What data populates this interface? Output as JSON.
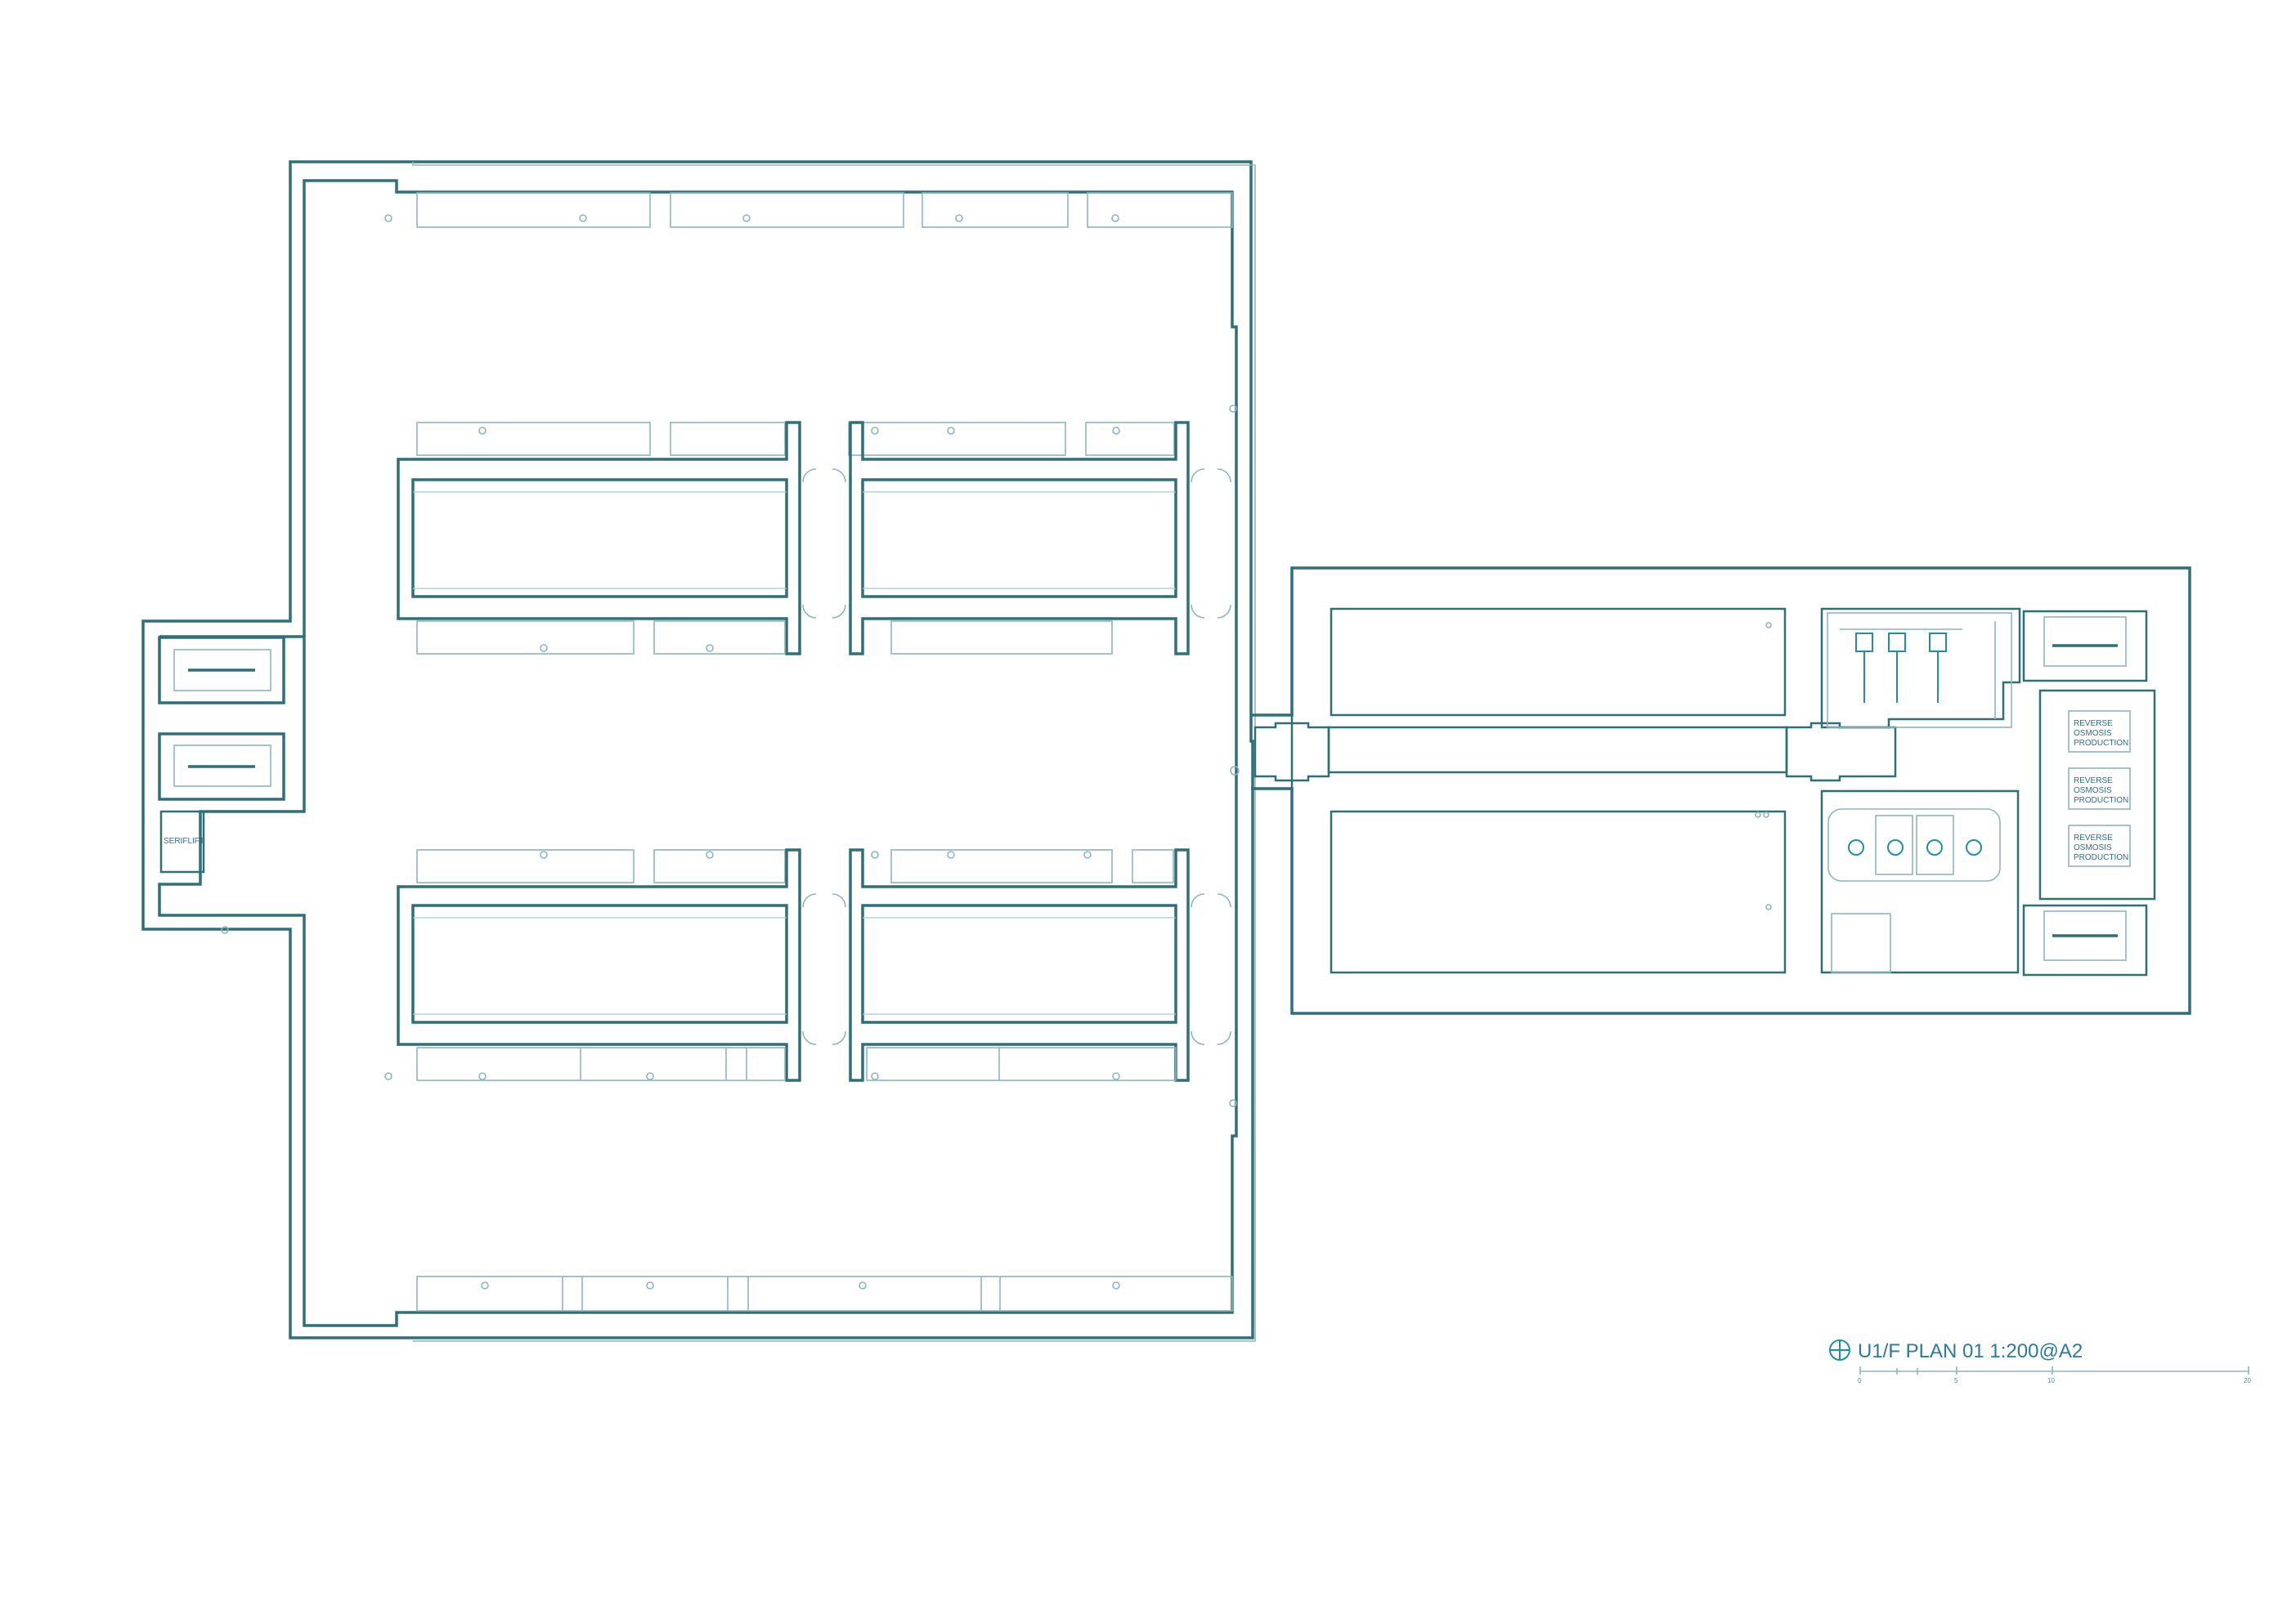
{
  "drawing": {
    "title": "U1/F PLAN 01 1:200@A2",
    "scale_ticks": [
      "0",
      "5",
      "10",
      "20"
    ],
    "room_labels": {
      "service_lift": "SERIFLIFT",
      "ro_1_l1": "REVERSE",
      "ro_1_l2": "OSMOSIS",
      "ro_1_l3": "PRODUCTION",
      "ro_2_l1": "REVERSE",
      "ro_2_l2": "OSMOSIS",
      "ro_2_l3": "PRODUCTION",
      "ro_3_l1": "REVERSE",
      "ro_3_l2": "OSMOSIS",
      "ro_3_l3": "PRODUCTION"
    }
  },
  "colors": {
    "wall": "#2f6f78",
    "fixture": "#8bb6bd",
    "equipment": "#1f8fa8",
    "text": "#2a7aa0"
  }
}
